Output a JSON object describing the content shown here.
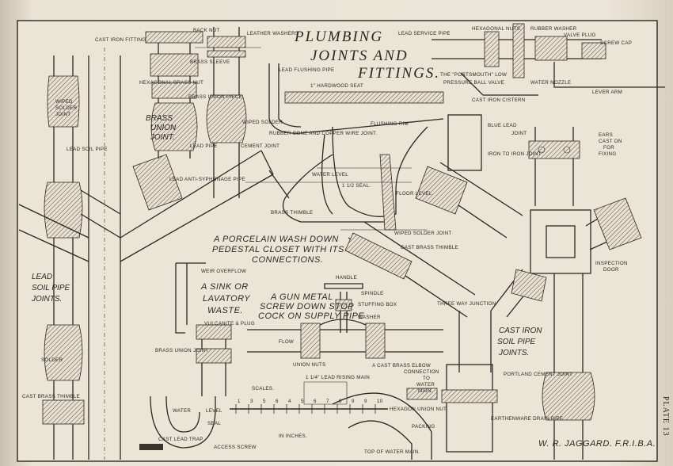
{
  "title": [
    "PLUMBING",
    "JOINTS AND",
    "FITTINGS."
  ],
  "plate_number": "PLATE 13",
  "author": "W. R. JAGGARD. F.R.I.B.A.",
  "captions": {
    "wash_down": [
      "A PORCELAIN WASH DOWN",
      "PEDESTAL CLOSET WITH ITS",
      "CONNECTIONS."
    ],
    "sink_waste": [
      "A SINK OR",
      "LAVATORY",
      "WASTE."
    ],
    "stop_cock": [
      "A GUN METAL",
      "SCREW DOWN STOP",
      "COCK ON SUPPLY PIPE"
    ],
    "elbow": [
      "A CAST BRASS ELBOW",
      "CONNECTION",
      "TO",
      "WATER",
      "MAIN."
    ],
    "ball_valve": [
      "THE \"PORTSMOUTH\" LOW",
      "PRESSURE BALL VALVE"
    ],
    "lead_soil_joints": [
      "LEAD",
      "SOIL PIPE",
      "JOINTS."
    ],
    "cast_iron_joints": [
      "CAST IRON",
      "SOIL PIPE",
      "JOINTS."
    ],
    "three_way": "THREE WAY JUNCTION",
    "scales": "SCALES.",
    "in_inches": "IN INCHES."
  },
  "scale_ticks": [
    "1",
    "3",
    "5",
    "6",
    "4",
    "5",
    "6",
    "7",
    "8",
    "9",
    "9",
    "10"
  ],
  "labels": {
    "cast_iron_fitting": "CAST IRON FITTING",
    "back_nut": "BACK NUT",
    "leather_washers": "LEATHER WASHERS",
    "brass_sleeve": "BRASS SLEEVE",
    "hexagonal_brass_nut": "HEXAGONAL BRASS NUT",
    "brass_union_piece": "BRASS UNION PIECE",
    "brass_union_joint": [
      "BRASS",
      "UNION",
      "JOINT."
    ],
    "lead_pipe": "LEAD PIPE",
    "wiped_solder": "WIPED SOLDER",
    "wiped_solder_joint": [
      "WIPED",
      "SOLDER",
      "JOINT"
    ],
    "lead_soil_pipe": "LEAD SOIL PIPE",
    "cement_joint": "CEMENT JOINT",
    "lead_anti_syphonage": "LEAD ANTI-SYPHONAGE PIPE",
    "lead_flushing_pipe": "LEAD FLUSHING PIPE",
    "hardwood_seat": "1\" HARDWOOD SEAT",
    "flushing_rim": "FLUSHING RIM",
    "rubber_cone": "RUBBER CONE AND COPPER WIRE JOINT.",
    "water_level": "WATER LEVEL",
    "seal": "1 1/2 SEAL.",
    "floor_level": "FLOOR LEVEL.",
    "brass_thimble": "BRASS THIMBLE",
    "wiped_solder_joint_short": "WIPED SOLDER JOINT",
    "lead_service_pipe": "LEAD SERVICE PIPE",
    "hexagonal_nuts": "HEXAGONAL NUTS",
    "rubber_washer": "RUBBER WASHER",
    "valve_plug": "VALVE PLUG",
    "screw_cap": "SCREW CAP",
    "water_nozzle": "WATER NOZZLE",
    "cast_iron_cistern": "CAST IRON CISTERN",
    "lever_arm": "LEVER ARM",
    "blue_lead": "BLUE LEAD",
    "joint": "JOINT",
    "iron_to_iron": "IRON TO IRON JOINT",
    "ears_cast": [
      "EARS",
      "CAST ON",
      "FOR",
      "FIXING"
    ],
    "inspection_door": [
      "INSPECTION",
      "DOOR"
    ],
    "cast_brass_thimble": "CAST BRASS THIMBLE",
    "weir_overflow": "WEIR OVERFLOW",
    "vulcanite_plug": "VULCANITE & PLUG",
    "handle": "HANDLE",
    "spindle": "SPINDLE",
    "stuffing_box": "STUFFING BOX",
    "washer": "WASHER",
    "flow": "FLOW",
    "union_nuts": "UNION NUTS",
    "brass_union_joint_short": "BRASS UNION JOINT",
    "solder": "SOLDER",
    "cast_brass_thimble_left": "CAST BRASS THIMBLE",
    "lead_rising_main": "1 1/4\" LEAD RISING MAIN",
    "hexagon_union_nut": "HEXAGON UNION NUT",
    "packing": "PACKING",
    "top_of_water_main": "TOP OF WATER MAIN.",
    "portland_cement_joint": "PORTLAND CEMENT JOINT",
    "earthenware_drain_pipe": "EARTHENWARE DRAIN PIPE",
    "cast_lead_trap": "CAST LEAD TRAP",
    "access_screw": "ACCESS SCREW",
    "water": "WATER",
    "level": "LEVEL",
    "seal_short": "SEAL"
  }
}
